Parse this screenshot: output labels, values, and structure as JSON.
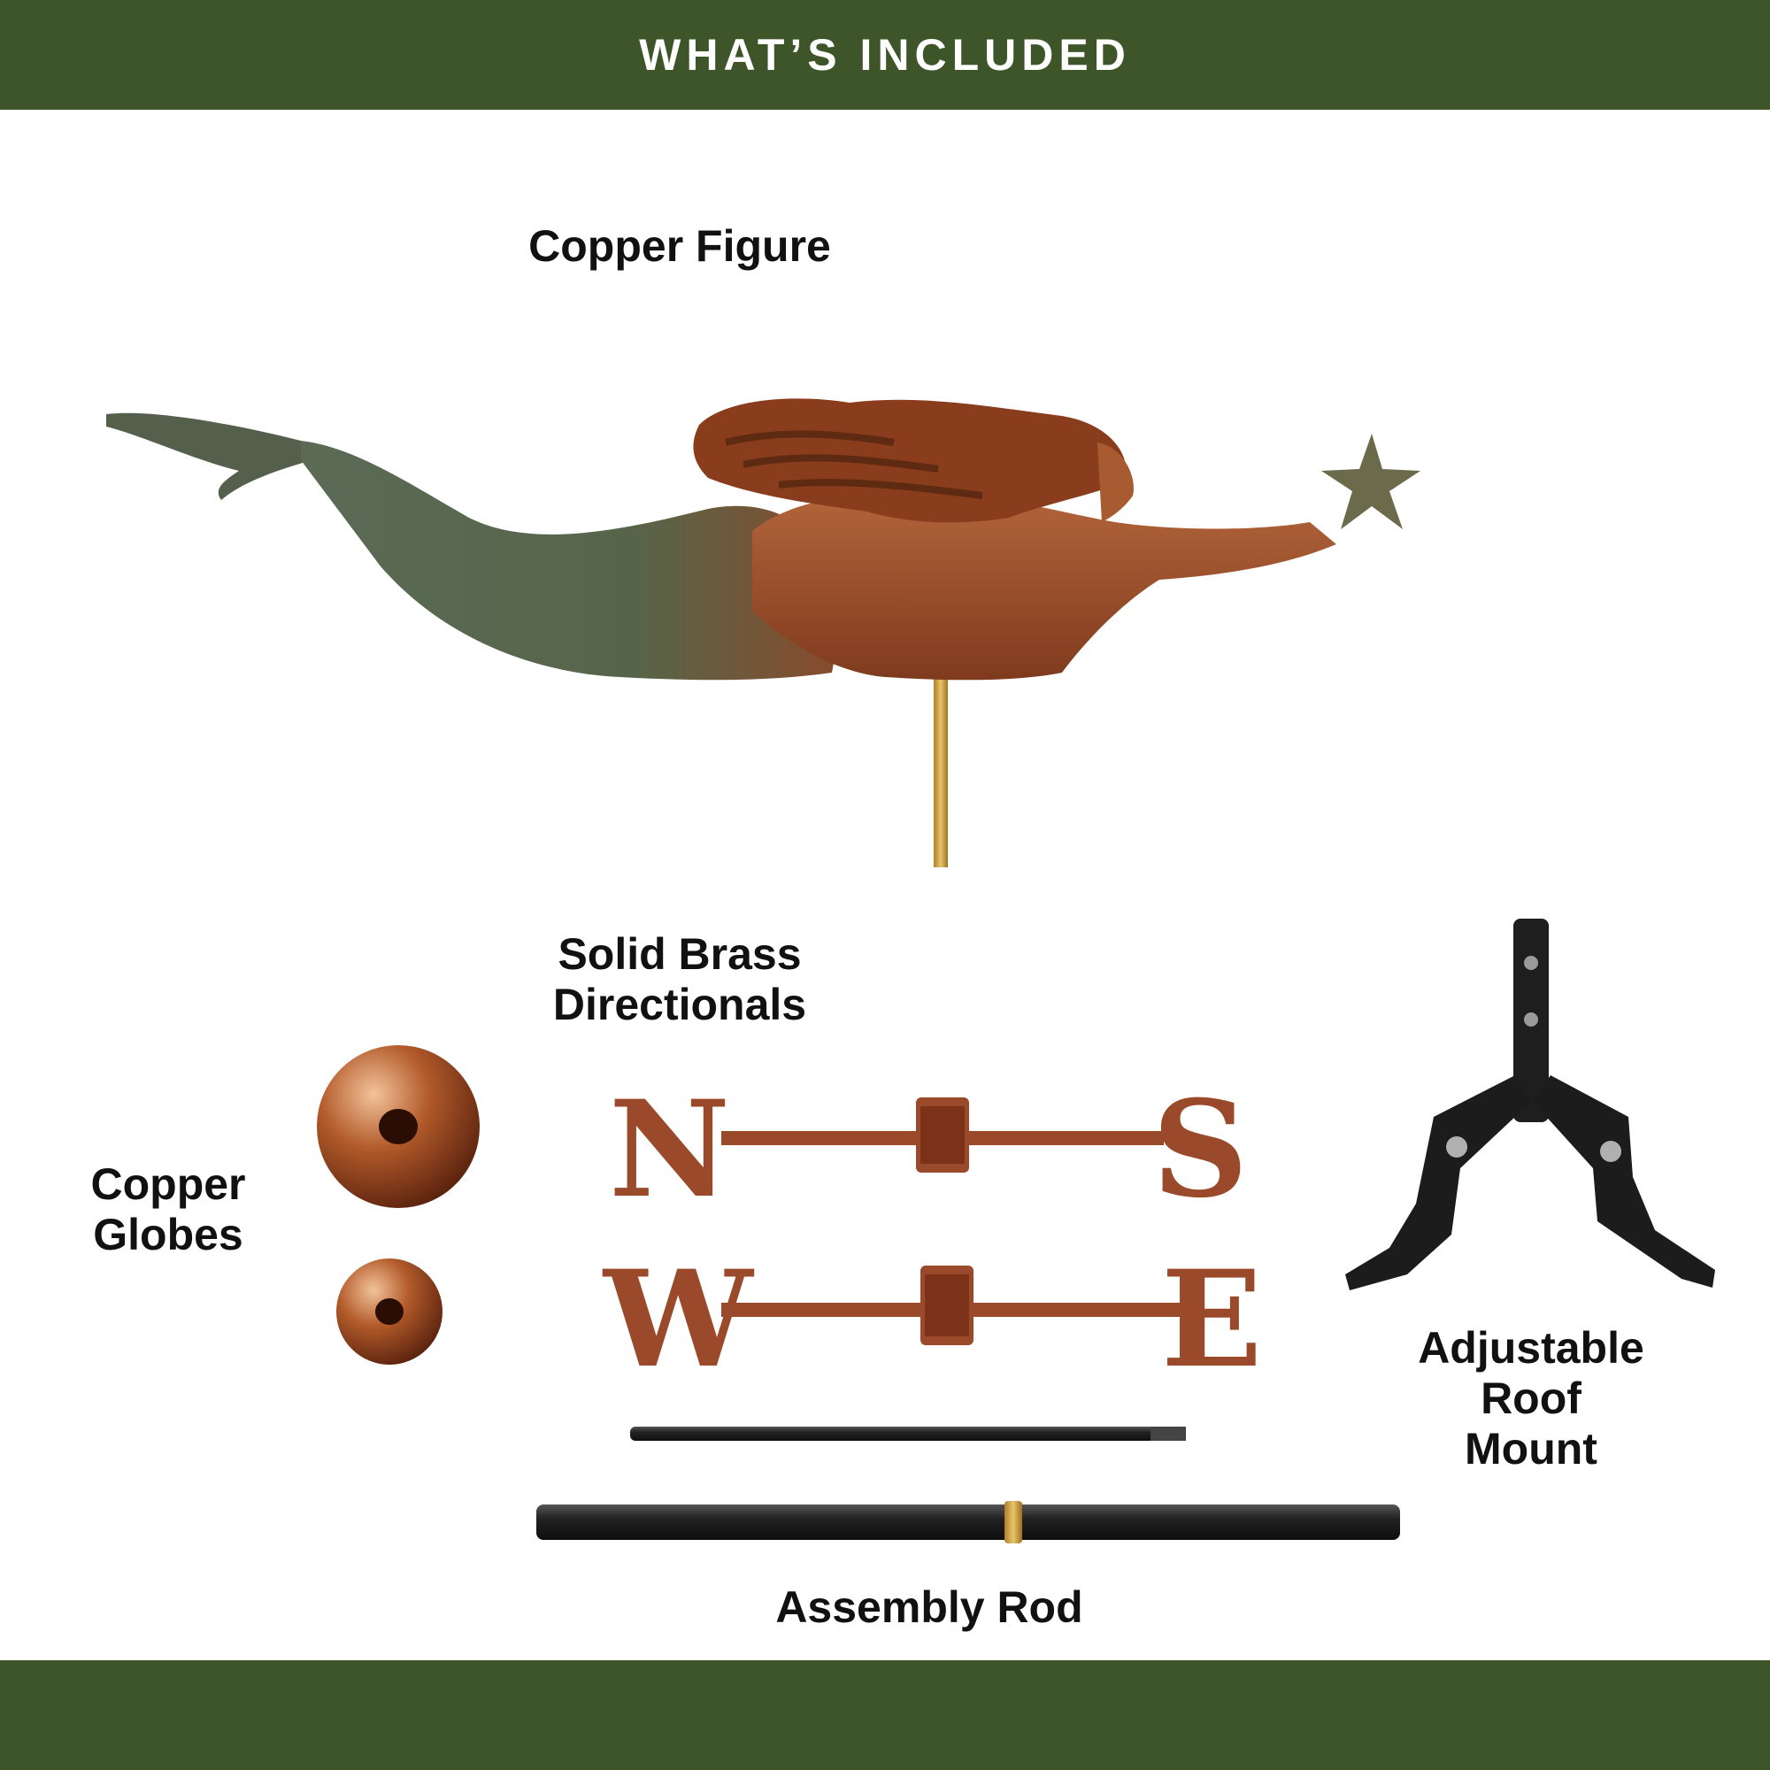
{
  "header": {
    "title": "WHAT’S INCLUDED"
  },
  "labels": {
    "copper_figure": "Copper Figure",
    "directionals_line1": "Solid Brass",
    "directionals_line2": "Directionals",
    "globes_line1": "Copper",
    "globes_line2": "Globes",
    "mount_line1": "Adjustable",
    "mount_line2": "Roof",
    "mount_line3": "Mount",
    "assembly_rod": "Assembly Rod"
  },
  "colors": {
    "brand_green": "#3d5529",
    "copper": "#9a4a2a",
    "patina": "#5a6b4a",
    "brass": "#c8962e",
    "steel_black": "#1f1f1f"
  },
  "icons": {
    "figure": "mermaid-figure-icon",
    "directionals": "compass-directionals-icon",
    "globes": "copper-globe-icon",
    "mount": "roof-mount-icon",
    "rod": "assembly-rod-icon"
  }
}
